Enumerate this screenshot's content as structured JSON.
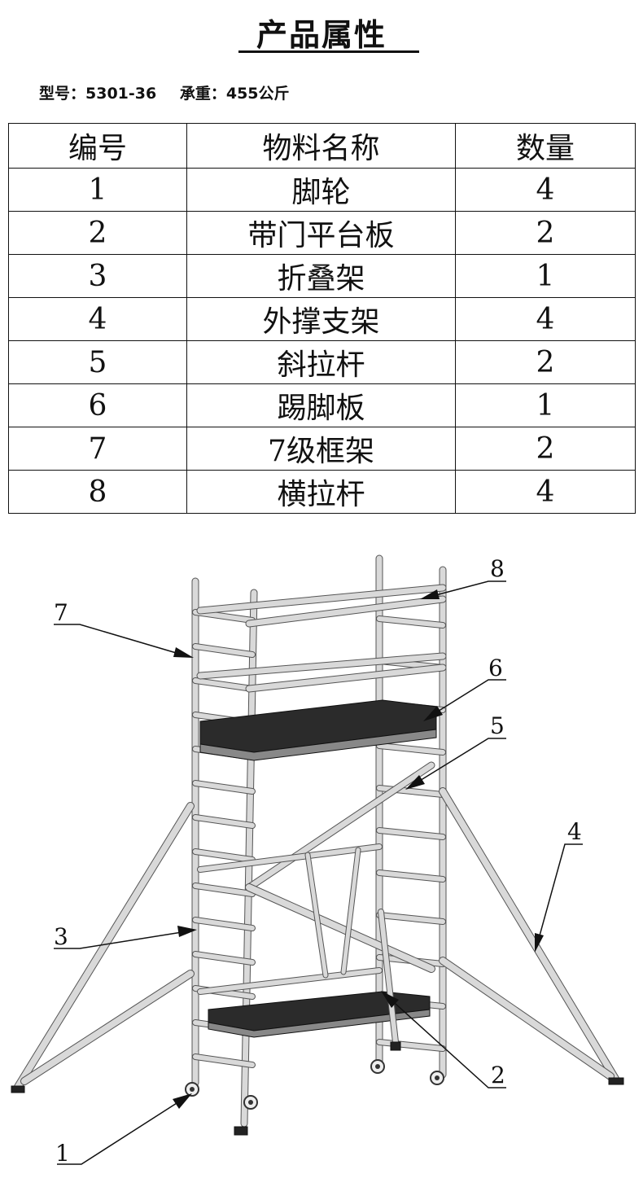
{
  "header": {
    "title": "产品属性"
  },
  "spec": {
    "model": "型号：5301-36",
    "load": "承重：455公斤"
  },
  "table": {
    "headers": [
      "编号",
      "物料名称",
      "数量"
    ],
    "rows": [
      {
        "no": "1",
        "name": "脚轮",
        "qty": "4"
      },
      {
        "no": "2",
        "name": "带门平台板",
        "qty": "2"
      },
      {
        "no": "3",
        "name": "折叠架",
        "qty": "1"
      },
      {
        "no": "4",
        "name": "外撑支架",
        "qty": "4"
      },
      {
        "no": "5",
        "name": "斜拉杆",
        "qty": "2"
      },
      {
        "no": "6",
        "name": "踢脚板",
        "qty": "1"
      },
      {
        "no": "7",
        "name": "7级框架",
        "qty": "2"
      },
      {
        "no": "8",
        "name": "横拉杆",
        "qty": "4"
      }
    ]
  },
  "diagram": {
    "callouts": [
      "1",
      "2",
      "3",
      "4",
      "5",
      "6",
      "7",
      "8"
    ],
    "colors": {
      "tube": "#d9d9d9",
      "tube_outline": "#555555",
      "deck": "#2b2b2b",
      "line": "#111111"
    }
  }
}
